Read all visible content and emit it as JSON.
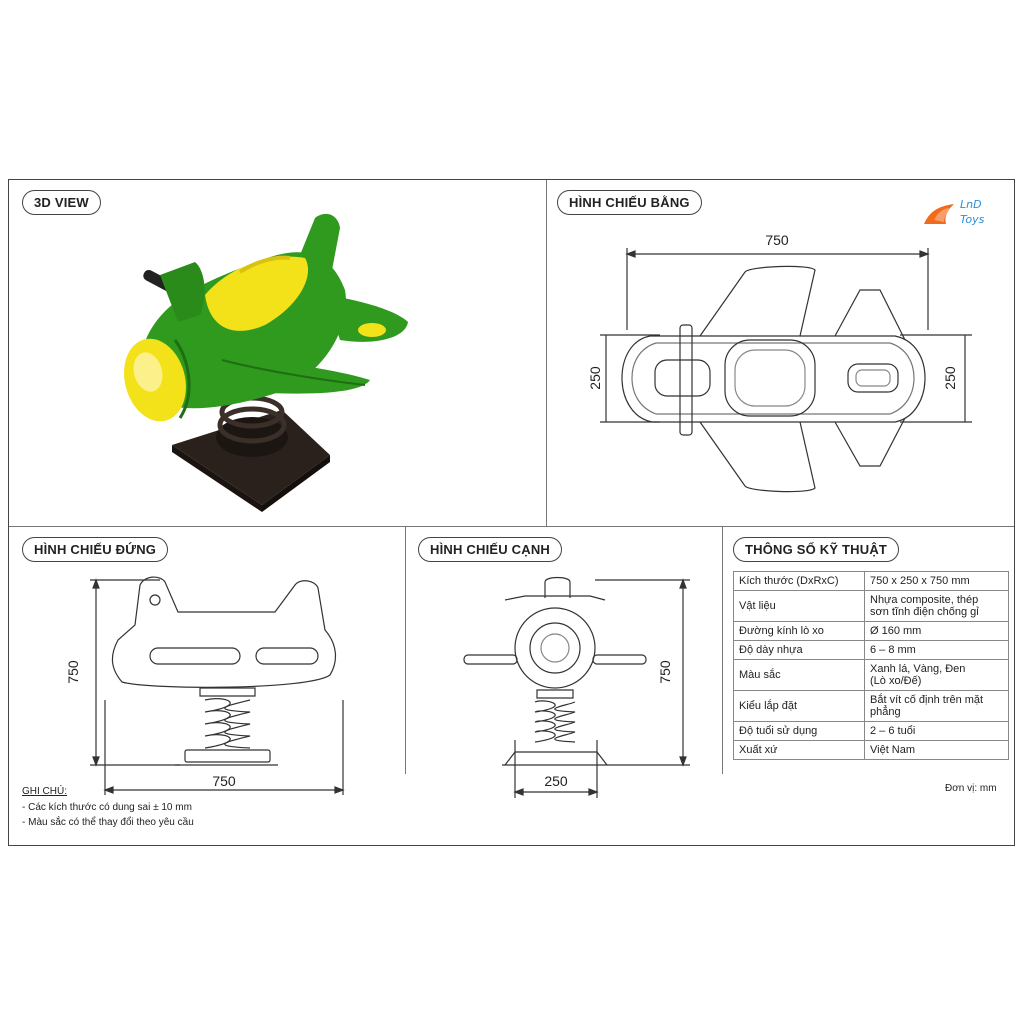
{
  "panels": {
    "view3d": "3D VIEW",
    "top": "HÌNH CHIẾU BẰNG",
    "front": "HÌNH CHIẾU ĐỨNG",
    "side": "HÌNH CHIẾU CẠNH",
    "specs": "THÔNG SỐ KỸ THUẬT"
  },
  "dimensions": {
    "top_width": "750",
    "top_height_left": "250",
    "top_height_right": "250",
    "front_height": "750",
    "front_width": "750",
    "side_height": "750",
    "side_width": "250"
  },
  "specs": [
    {
      "label": "Kích thước (DxRxC)",
      "value": "750 x 250 x 750 mm"
    },
    {
      "label": "Vật liệu",
      "value": "Nhựa composite, thép",
      "value2": "sơn tĩnh điện chống gỉ"
    },
    {
      "label": "Đường kính lò xo",
      "value": "Ø 160 mm"
    },
    {
      "label": "Độ dày nhựa",
      "value": "6 – 8 mm"
    },
    {
      "label": "Màu sắc",
      "value": "Xanh lá, Vàng, Đen",
      "value2": "(Lò xo/Đế)"
    },
    {
      "label": "Kiểu lắp đặt",
      "value": "Bắt vít cố định trên mặt phẳng"
    },
    {
      "label": "Độ tuổi sử dụng",
      "value": "2 – 6 tuổi"
    },
    {
      "label": "Xuất xứ",
      "value": "Việt Nam"
    }
  ],
  "unit_note": "Đơn vị: mm",
  "notes": {
    "title": "GHI CHÚ:",
    "line1": "- Các kích thước có dung sai ± 10 mm",
    "line2": "- Màu sắc có thể thay đổi theo yêu cầu"
  },
  "logo": {
    "line1": "LnD",
    "line2": "Toys"
  },
  "colors": {
    "green": "#2f9a1e",
    "green_dark": "#1e6e12",
    "yellow": "#f3e11a",
    "base": "#2b211c",
    "logo_orange": "#f26a1b"
  }
}
